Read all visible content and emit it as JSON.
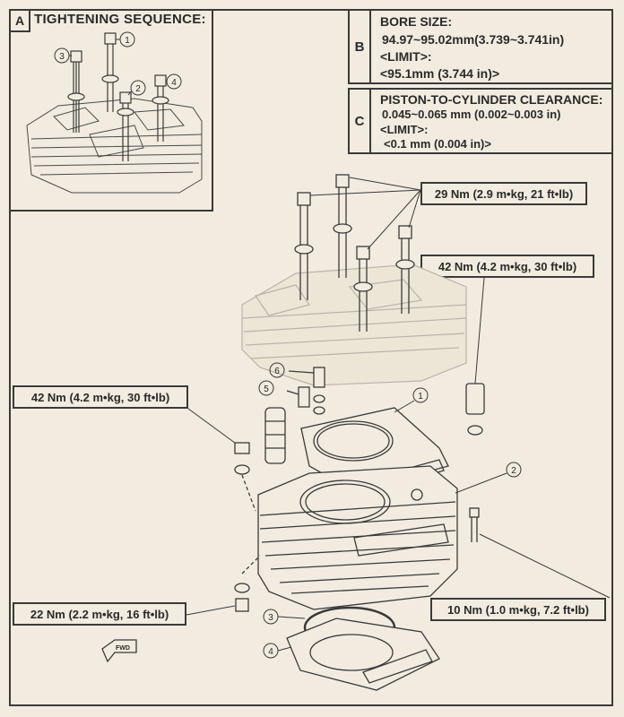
{
  "tightening": {
    "letter": "A",
    "title": "TIGHTENING SEQUENCE:",
    "numbers": [
      "1",
      "2",
      "3",
      "4"
    ]
  },
  "bore": {
    "letter": "B",
    "title": "BORE SIZE:",
    "value": "94.97~95.02mm(3.739~3.741in)",
    "limit_label": "<LIMIT>:",
    "limit_value": "<95.1mm (3.744 in)>"
  },
  "clearance": {
    "letter": "C",
    "title": "PISTON-TO-CYLINDER CLEARANCE:",
    "value": "0.045~0.065 mm (0.002~0.003 in)",
    "limit_label": "<LIMIT>:",
    "limit_value": "<0.1 mm (0.004 in)>"
  },
  "torques": {
    "t1": "29 Nm (2.9 m•kg, 21 ft•lb)",
    "t2": "42 Nm (4.2 m•kg, 30 ft•lb)",
    "t3": "42 Nm (4.2 m•kg, 30 ft•lb)",
    "t4": "22 Nm (2.2 m•kg, 16 ft•lb)",
    "t5": "10 Nm (1.0 m•kg, 7.2 ft•lb)"
  },
  "parts": [
    "1",
    "2",
    "3",
    "4",
    "5",
    "6"
  ],
  "fwd": "FWD",
  "colors": {
    "paper": "#f1ecdf",
    "ink": "#3a3a3a",
    "ghost": "#b8b4aa"
  }
}
